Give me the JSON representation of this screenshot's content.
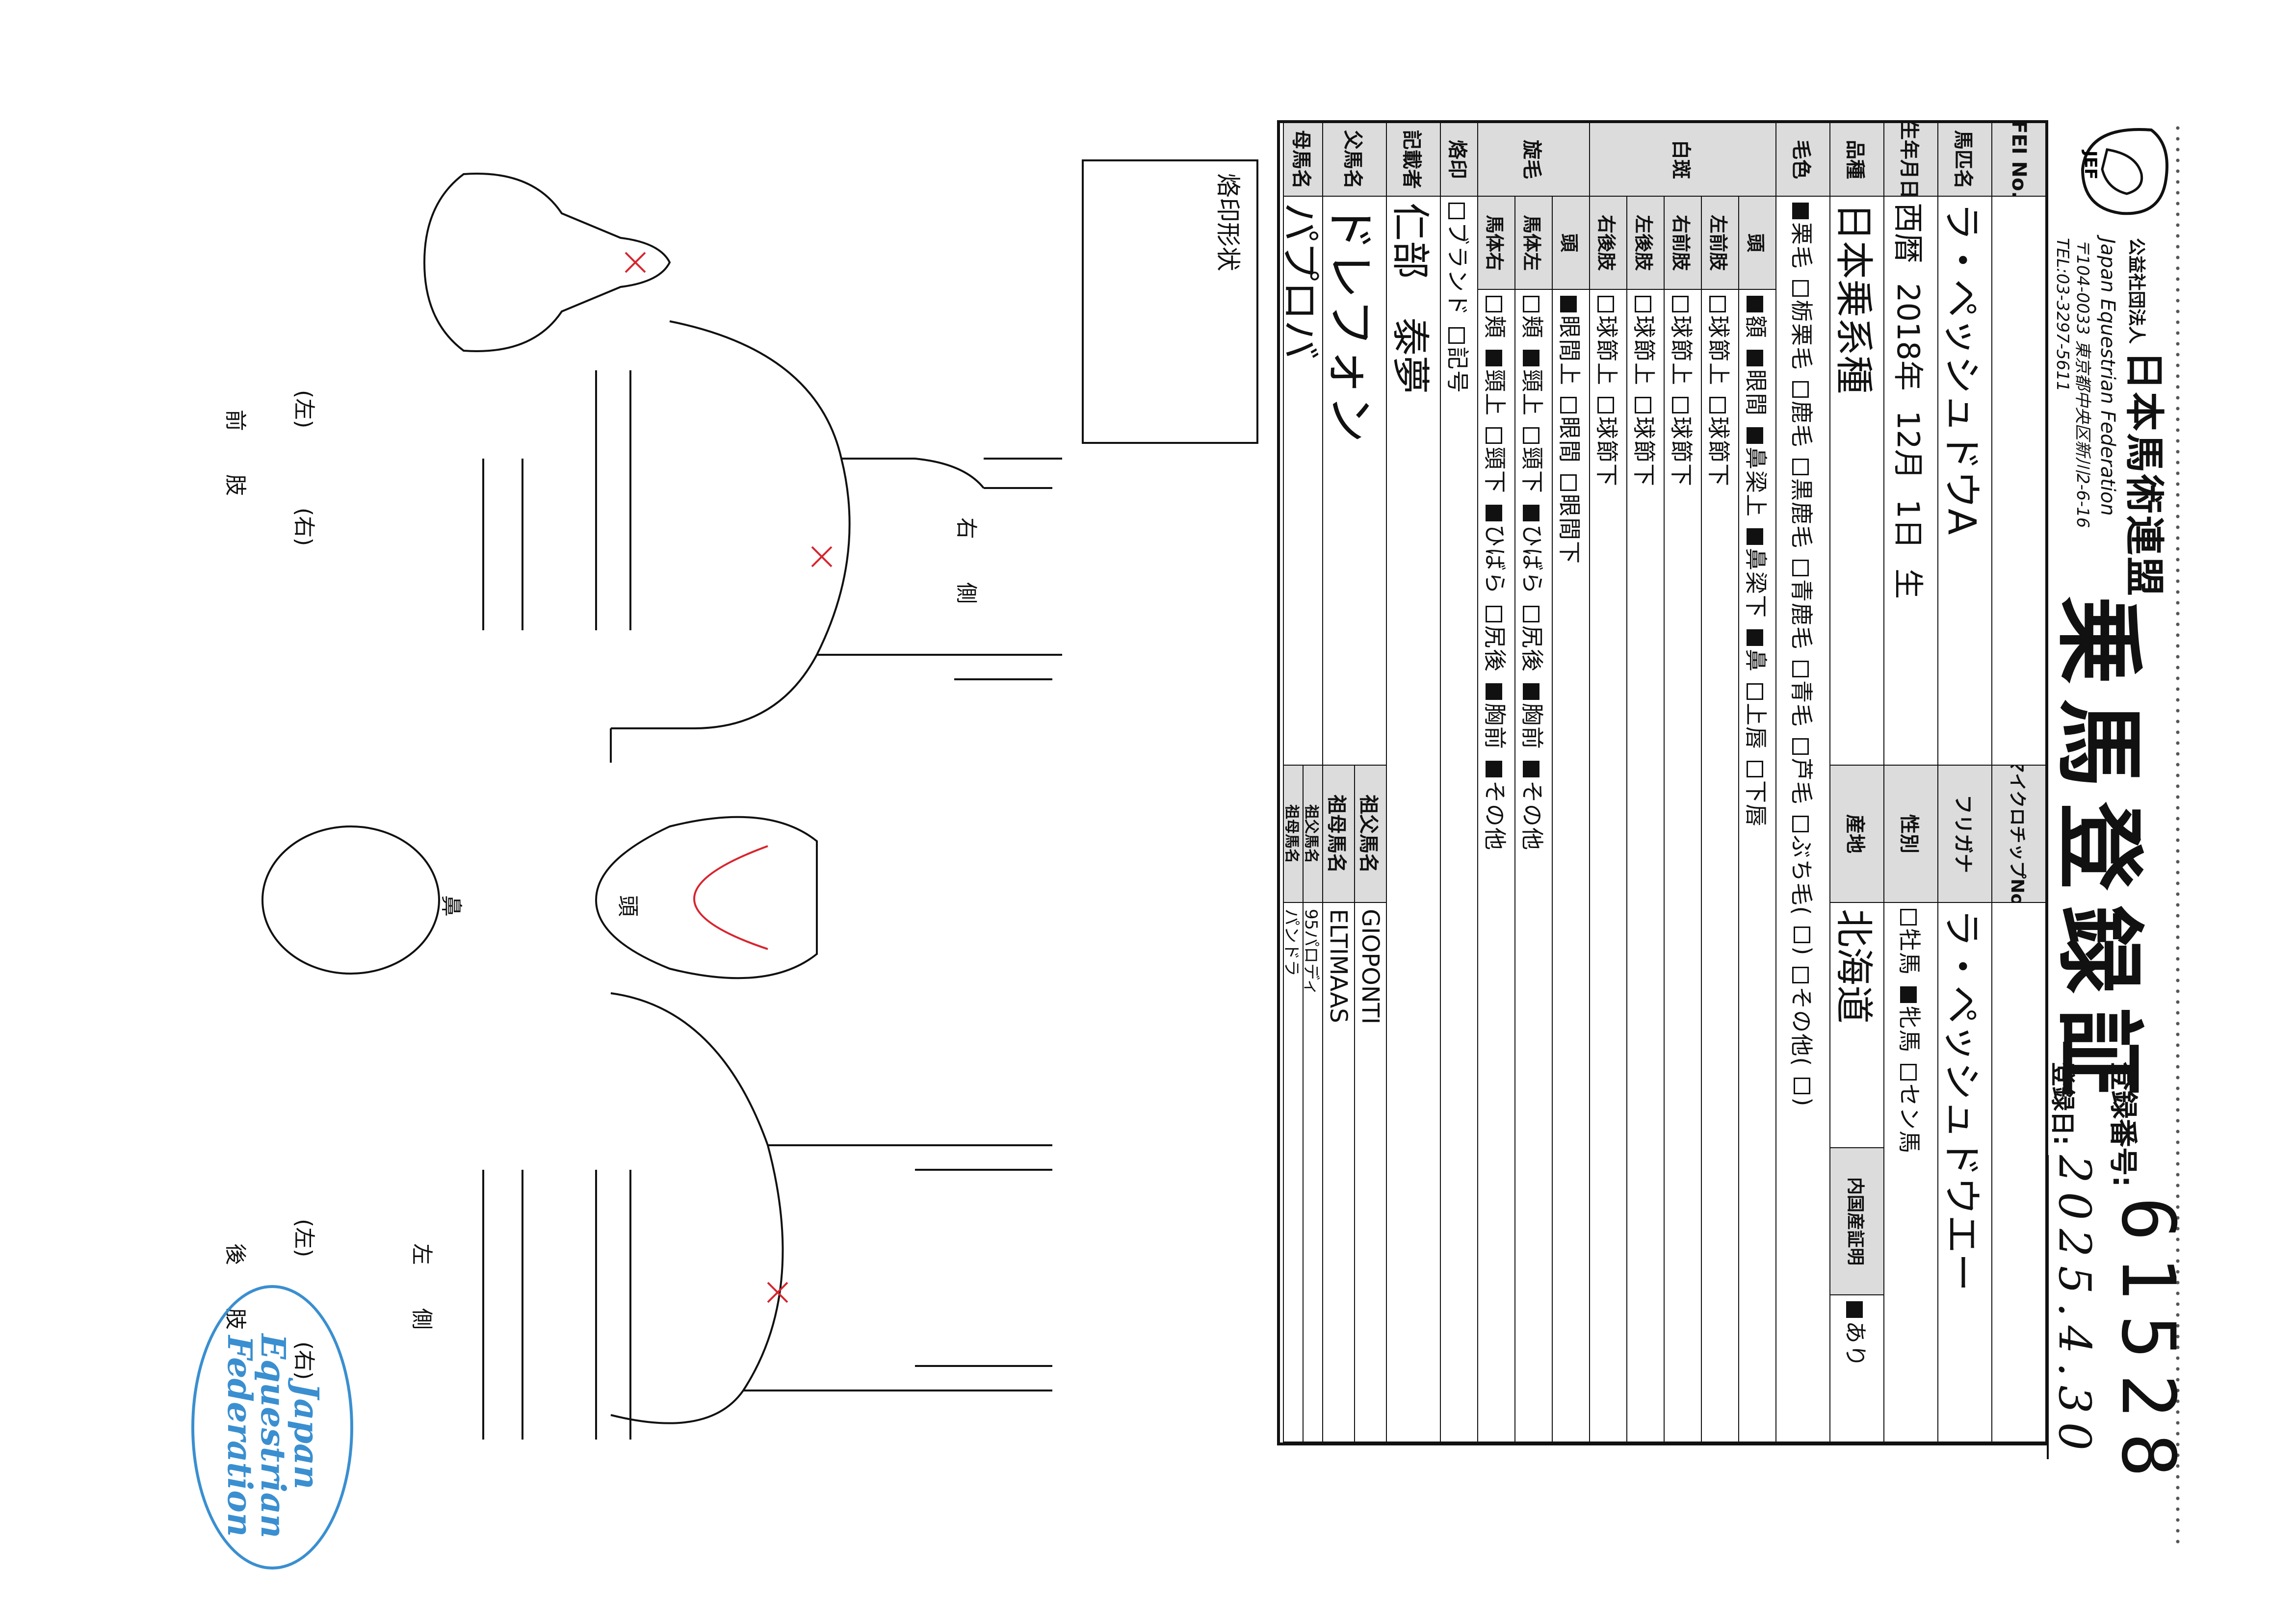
{
  "header": {
    "org_prefix": "公益社団法人",
    "org_name": "日本馬術連盟",
    "org_en": "Japan Equestrian Federation",
    "address": "〒104-0033 東京都中央区新川2-6-16",
    "tel": "TEL:03-3297-5611",
    "logo_text": "JEF"
  },
  "certificate": {
    "title": "乗馬登録証",
    "reg_no_label": "登録番号:",
    "reg_no_value": "61528",
    "reg_date_label": "登録日:",
    "reg_date_value": "2025.4.30"
  },
  "form": {
    "fei_label": "FEI No.",
    "fei_value": "",
    "microchip_label": "マイクロチップNo.",
    "microchip_value": "",
    "horse_name_label": "馬匹名",
    "horse_name_value": "ラ・ペッシュドウA",
    "furigana_label": "フリガナ",
    "furigana_value": "ラ・ペッシュドウエー",
    "dob_label": "生年月日",
    "dob_era": "西暦",
    "dob_year": "2018年",
    "dob_month": "12月",
    "dob_day": "1日",
    "dob_suffix": "生",
    "sex_label": "性別",
    "sex_options": [
      {
        "label": "牡馬",
        "checked": false
      },
      {
        "label": "牝馬",
        "checked": true
      },
      {
        "label": "セン馬",
        "checked": false
      }
    ],
    "breed_label": "品種",
    "breed_value": "日本乗系種",
    "origin_label": "産地",
    "origin_value": "北海道",
    "domestic_label": "内国産証明",
    "domestic_option": {
      "label": "あり",
      "checked": true
    },
    "color_label": "毛色",
    "color_options": [
      {
        "label": "栗毛",
        "checked": true
      },
      {
        "label": "栃栗毛",
        "checked": false
      },
      {
        "label": "鹿毛",
        "checked": false
      },
      {
        "label": "黒鹿毛",
        "checked": false
      },
      {
        "label": "青鹿毛",
        "checked": false
      },
      {
        "label": "青毛",
        "checked": false
      },
      {
        "label": "芦毛",
        "checked": false
      },
      {
        "label": "ぶち毛(",
        "checked": false
      },
      {
        "label": ")",
        "checked": false
      },
      {
        "label": "その他(",
        "checked": false
      },
      {
        "label": ")",
        "checked": false
      }
    ],
    "white_label": "白斑",
    "white_rows": [
      {
        "part": "頭",
        "options": [
          {
            "label": "額",
            "checked": true
          },
          {
            "label": "眼間",
            "checked": true
          },
          {
            "label": "鼻梁上",
            "checked": true
          },
          {
            "label": "鼻梁下",
            "checked": true
          },
          {
            "label": "鼻",
            "checked": true
          },
          {
            "label": "上唇",
            "checked": false
          },
          {
            "label": "下唇",
            "checked": false
          }
        ]
      },
      {
        "part": "左前肢",
        "options": [
          {
            "label": "球節上",
            "checked": false
          },
          {
            "label": "球節下",
            "checked": false
          }
        ]
      },
      {
        "part": "右前肢",
        "options": [
          {
            "label": "球節上",
            "checked": false
          },
          {
            "label": "球節下",
            "checked": false
          }
        ]
      },
      {
        "part": "左後肢",
        "options": [
          {
            "label": "球節上",
            "checked": false
          },
          {
            "label": "球節下",
            "checked": false
          }
        ]
      },
      {
        "part": "右後肢",
        "options": [
          {
            "label": "球節上",
            "checked": false
          },
          {
            "label": "球節下",
            "checked": false
          }
        ]
      }
    ],
    "whorl_label": "旋毛",
    "whorl_rows": [
      {
        "part": "頭",
        "options": [
          {
            "label": "眼間上",
            "checked": true
          },
          {
            "label": "眼間",
            "checked": false
          },
          {
            "label": "眼間下",
            "checked": false
          }
        ]
      },
      {
        "part": "馬体左",
        "options": [
          {
            "label": "頬",
            "checked": false
          },
          {
            "label": "頸上",
            "checked": true
          },
          {
            "label": "頸下",
            "checked": false
          },
          {
            "label": "ひばら",
            "checked": true
          },
          {
            "label": "尻後",
            "checked": false
          },
          {
            "label": "胸前",
            "checked": true
          },
          {
            "label": "その他",
            "checked": true
          }
        ]
      },
      {
        "part": "馬体右",
        "options": [
          {
            "label": "頬",
            "checked": false
          },
          {
            "label": "頸上",
            "checked": true
          },
          {
            "label": "頸下",
            "checked": false
          },
          {
            "label": "ひばら",
            "checked": true
          },
          {
            "label": "尻後",
            "checked": false
          },
          {
            "label": "胸前",
            "checked": true
          },
          {
            "label": "その他",
            "checked": true
          }
        ]
      }
    ],
    "brand_label": "烙印",
    "brand_options": [
      {
        "label": "ブランド",
        "checked": false
      },
      {
        "label": "記号",
        "checked": false
      }
    ],
    "recorder_label": "記載者",
    "recorder_value": "仁部　泰夢",
    "sire_label": "父馬名",
    "sire_value": "ドレフォン",
    "dam_label": "母馬名",
    "dam_value": "パプロバ",
    "grandsire1_label": "祖父馬名",
    "grandsire1_value": "GIOPONTI",
    "granddam1_label": "祖母馬名",
    "granddam1_value": "ELTIMAAS",
    "grandsire2_label": "祖父馬名",
    "grandsire2_value": "95パロディ",
    "granddam2_label": "祖母馬名",
    "granddam2_value": "パンドラ"
  },
  "diagram": {
    "brand_shape_label": "烙印形状",
    "right_side_label": "右　　側",
    "left_side_label": "左　　側",
    "head_label": "頭",
    "nose_label": "鼻",
    "forelegs_label": "前　　肢",
    "hindlegs_label": "後　　肢",
    "left_mark": "(左)",
    "right_mark": "(右)"
  },
  "stamp": {
    "line1": "Japan",
    "line2": "Equestrian",
    "line3": "Federation"
  },
  "colors": {
    "ink": "#111111",
    "stamp": "#3a8fd0",
    "mark": "#d8252e",
    "shade": "#dcdcdc"
  }
}
